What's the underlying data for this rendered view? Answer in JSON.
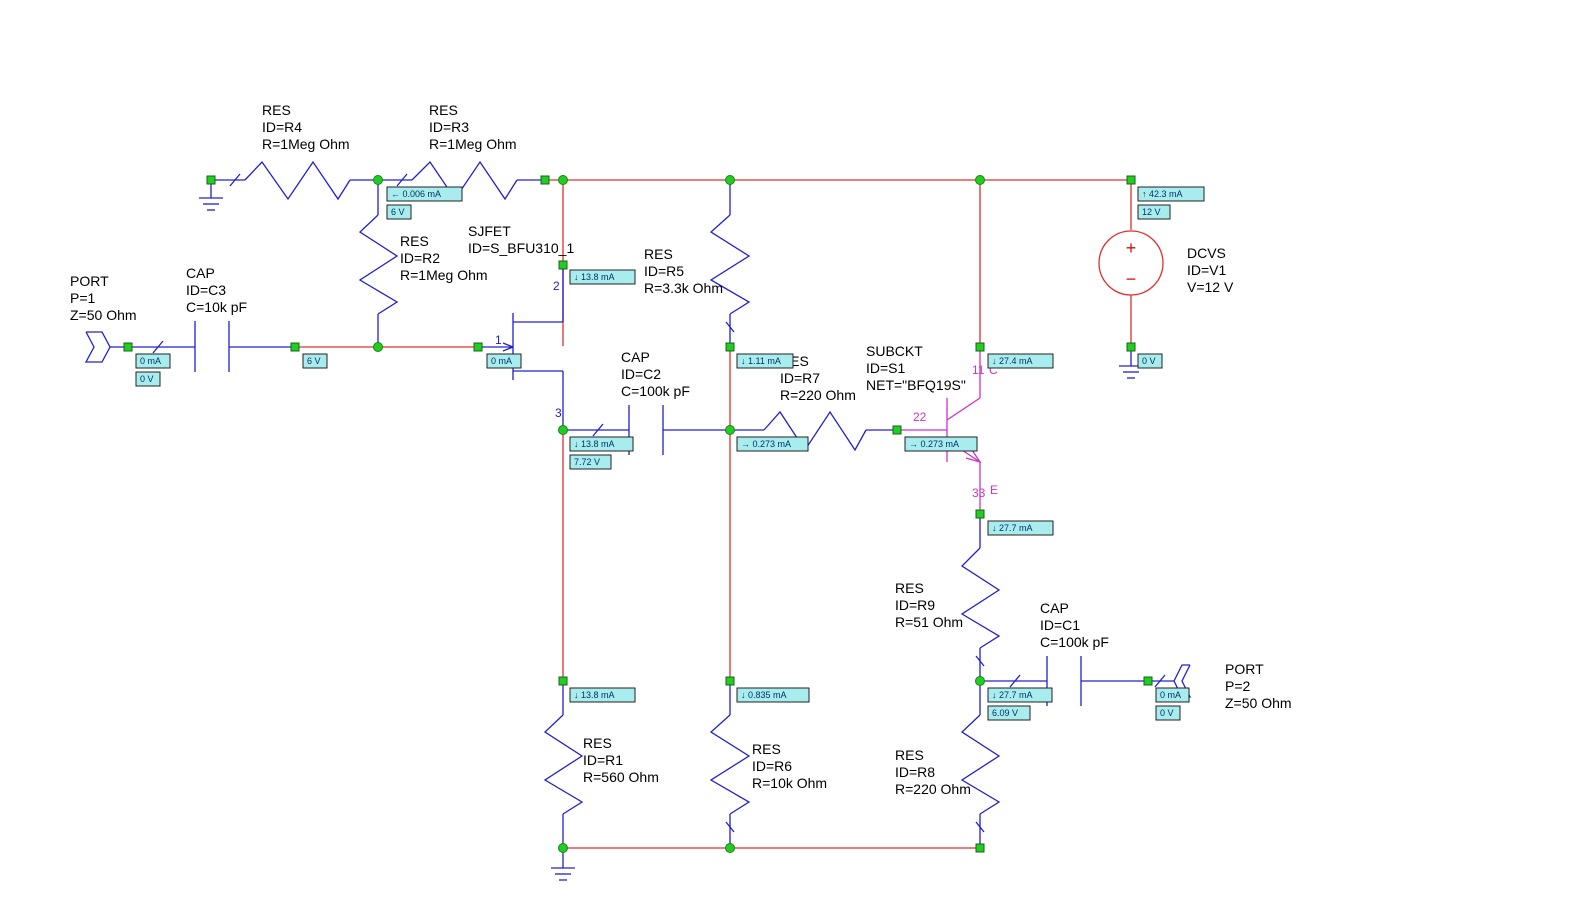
{
  "components": {
    "R4": {
      "l1": "RES",
      "l2": "ID=R4",
      "l3": "R=1Meg Ohm"
    },
    "R3": {
      "l1": "RES",
      "l2": "ID=R3",
      "l3": "R=1Meg Ohm"
    },
    "R2": {
      "l1": "RES",
      "l2": "ID=R2",
      "l3": "R=1Meg Ohm"
    },
    "J1": {
      "l1": "SJFET",
      "l2": "ID=S_BFU310_1"
    },
    "R5": {
      "l1": "RES",
      "l2": "ID=R5",
      "l3": "R=3.3k Ohm"
    },
    "P1": {
      "l1": "PORT",
      "l2": "P=1",
      "l3": "Z=50 Ohm"
    },
    "C3": {
      "l1": "CAP",
      "l2": "ID=C3",
      "l3": "C=10k pF"
    },
    "C2": {
      "l1": "CAP",
      "l2": "ID=C2",
      "l3": "C=100k pF"
    },
    "R7": {
      "l1": "RES",
      "l2": "ID=R7",
      "l3": "R=220 Ohm"
    },
    "S1": {
      "l1": "SUBCKT",
      "l2": "ID=S1",
      "l3": "NET=\"BFQ19S\""
    },
    "V1": {
      "l1": "DCVS",
      "l2": "ID=V1",
      "l3": "V=12 V"
    },
    "R9": {
      "l1": "RES",
      "l2": "ID=R9",
      "l3": "R=51 Ohm"
    },
    "C1": {
      "l1": "CAP",
      "l2": "ID=C1",
      "l3": "C=100k pF"
    },
    "P2": {
      "l1": "PORT",
      "l2": "P=2",
      "l3": "Z=50 Ohm"
    },
    "R1": {
      "l1": "RES",
      "l2": "ID=R1",
      "l3": "R=560 Ohm"
    },
    "R6": {
      "l1": "RES",
      "l2": "ID=R6",
      "l3": "R=10k Ohm"
    },
    "R8": {
      "l1": "RES",
      "l2": "ID=R8",
      "l3": "R=220 Ohm"
    }
  },
  "pins": {
    "j_gate": "1",
    "j_drain": "2",
    "j_source": "3",
    "s_collector": "11",
    "s_base": "22",
    "s_emitter": "33",
    "s_e": "E",
    "s_c": "C"
  },
  "annotations": {
    "r3_current": "0.006 mA",
    "r3_voltage": "6 V",
    "j_drain_current": "13.8 mA",
    "j_gate_current": "0 mA",
    "c3_voltage": "6 V",
    "p1_current": "0 mA",
    "p1_voltage": "0 V",
    "r5_current": "1.11 mA",
    "v1_current": "42.3 mA",
    "v1_voltage": "12 V",
    "v1_gnd_voltage": "0 V",
    "s_collector_current": "27.4 mA",
    "j_source_current": "13.8 mA",
    "j_source_voltage": "7.72 V",
    "r7_current": "0.273 mA",
    "s_base_current": "0.273 mA",
    "s_emitter_current": "27.7 mA",
    "r9_bottom_current": "27.7 mA",
    "r9_bottom_voltage": "6.09 V",
    "p2_current": "0 mA",
    "p2_voltage": "0 V",
    "r1_current": "13.8 mA",
    "r6_current": "0.835 mA"
  },
  "symbols": {
    "plus": "+",
    "minus": "−"
  },
  "colors": {
    "wire": "#e03030",
    "component": "#2020d0",
    "subcircuit": "#cc33cc",
    "node": "#22cc22",
    "annotation": "#a8ecee"
  }
}
